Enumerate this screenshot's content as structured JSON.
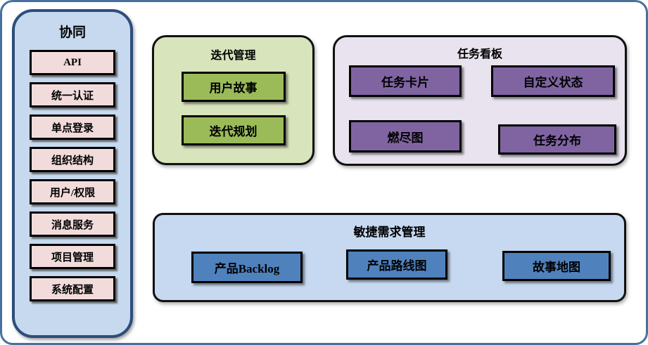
{
  "colors": {
    "canvas_border": "#47709f",
    "sidebar_bg": "#c7d9ef",
    "sidebar_border": "#2d4d7c",
    "sidebar_item_bg": "#f2dcdb",
    "iteration_panel_bg": "#d8e4bc",
    "iteration_node_bg": "#9bbb59",
    "taskboard_panel_bg": "#e8e3ee",
    "taskboard_node_bg": "#8064a2",
    "agile_panel_bg": "#c6d9f1",
    "agile_node_bg": "#4f81bd",
    "node_border": "#000000"
  },
  "sidebar": {
    "title": "协同",
    "items": [
      "API",
      "统一认证",
      "单点登录",
      "组织结构",
      "用户/权限",
      "消息服务",
      "项目管理",
      "系统配置"
    ]
  },
  "panels": {
    "iteration": {
      "title": "迭代管理",
      "buttons": [
        "用户故事",
        "迭代规划"
      ]
    },
    "taskboard": {
      "title": "任务看板",
      "buttons": [
        "任务卡片",
        "自定义状态",
        "燃尽图",
        "任务分布"
      ]
    },
    "agile": {
      "title": "敏捷需求管理",
      "buttons": [
        "产品Backlog",
        "产品路线图",
        "故事地图"
      ]
    }
  }
}
